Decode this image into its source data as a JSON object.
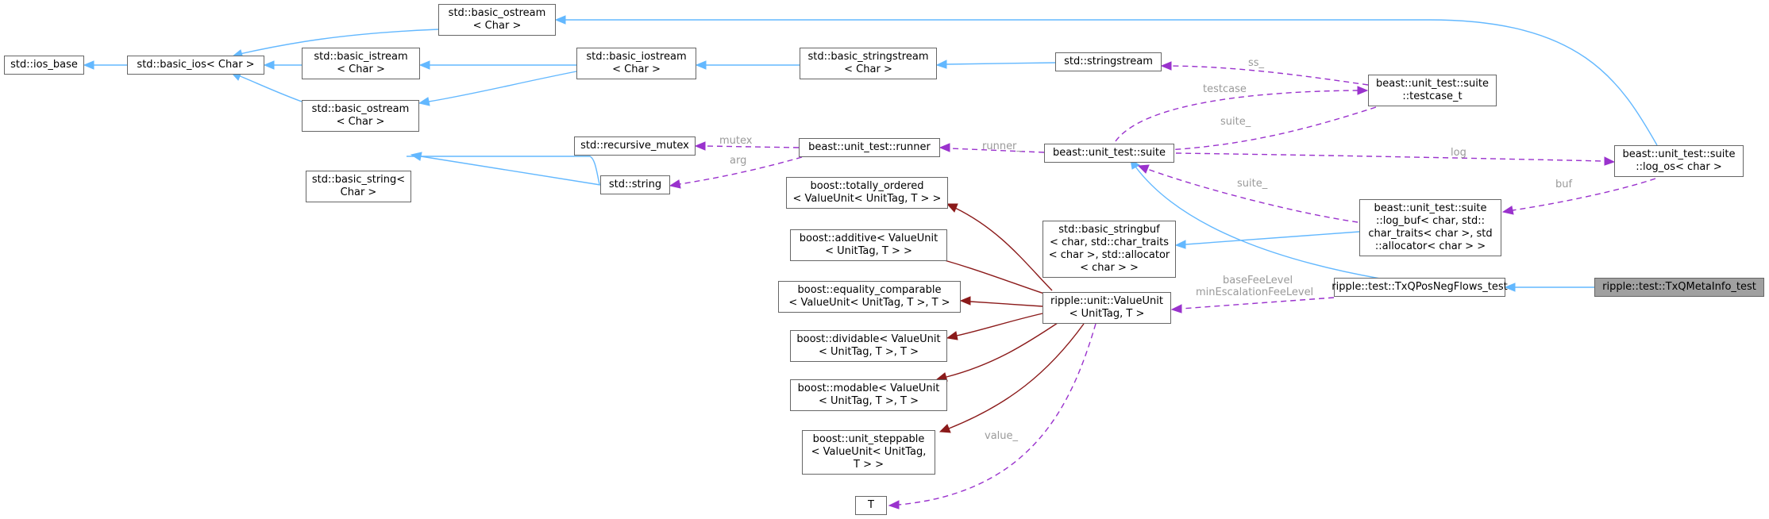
{
  "title": "ripple::test::TxQMetaInfo_test",
  "colors": {
    "inheritance": "#63b8ff",
    "template_dependency": "#8b1a1a",
    "member_usage": "#9a32cd",
    "current_node_fill": "#a0a0a0",
    "label": "#9a9a9a"
  },
  "nodes": {
    "ios_base": [
      "std::ios_base"
    ],
    "basic_ios": [
      "std::basic_ios< Char >"
    ],
    "basic_ostream_top": [
      "std::basic_ostream",
      "< Char >"
    ],
    "basic_istream": [
      "std::basic_istream",
      "< Char >"
    ],
    "basic_ostream_mid": [
      "std::basic_ostream",
      "< Char >"
    ],
    "basic_iostream": [
      "std::basic_iostream",
      "< Char >"
    ],
    "basic_stringstream": [
      "std::basic_stringstream",
      "< Char >"
    ],
    "stringstream": [
      "std::stringstream"
    ],
    "testcase_t": [
      "beast::unit_test::suite",
      "::testcase_t"
    ],
    "recursive_mutex": [
      "std::recursive_mutex"
    ],
    "runner": [
      "beast::unit_test::runner"
    ],
    "suite": [
      "beast::unit_test::suite"
    ],
    "log_os": [
      "beast::unit_test::suite",
      "::log_os< char >"
    ],
    "basic_string": [
      "std::basic_string<",
      "Char >"
    ],
    "string": [
      "std::string"
    ],
    "totally_ordered": [
      "boost::totally_ordered",
      "< ValueUnit< UnitTag, T > >"
    ],
    "additive": [
      "boost::additive< ValueUnit",
      "< UnitTag, T > >"
    ],
    "equality_comparable": [
      "boost::equality_comparable",
      "< ValueUnit< UnitTag, T >, T >"
    ],
    "dividable": [
      "boost::dividable< ValueUnit",
      "< UnitTag, T >, T >"
    ],
    "modable": [
      "boost::modable< ValueUnit",
      "< UnitTag, T >, T >"
    ],
    "unit_steppable": [
      "boost::unit_steppable",
      "< ValueUnit< UnitTag,",
      "T > >"
    ],
    "T": [
      "T"
    ],
    "basic_stringbuf": [
      "std::basic_stringbuf",
      "< char, std::char_traits",
      "< char >, std::allocator",
      "< char > >"
    ],
    "log_buf": [
      "beast::unit_test::suite",
      "::log_buf< char, std::",
      "char_traits< char >, std",
      "::allocator< char > >"
    ],
    "value_unit": [
      "ripple::unit::ValueUnit",
      "< UnitTag, T >"
    ],
    "txq_pos_neg": [
      "ripple::test::TxQPosNegFlows_test"
    ],
    "txq_meta_info": [
      "ripple::test::TxQMetaInfo_test"
    ]
  },
  "edge_labels": {
    "ss": "ss_",
    "testcase": "testcase",
    "suite_1": "suite_",
    "mutex": "mutex",
    "arg": "arg",
    "runner": "runner_",
    "log": "log",
    "buf": "buf",
    "suite_2": "suite_",
    "base_fee_level": "baseFeeLevel",
    "min_escalation_fee_level": "minEscalationFeeLevel",
    "value": "value_"
  }
}
